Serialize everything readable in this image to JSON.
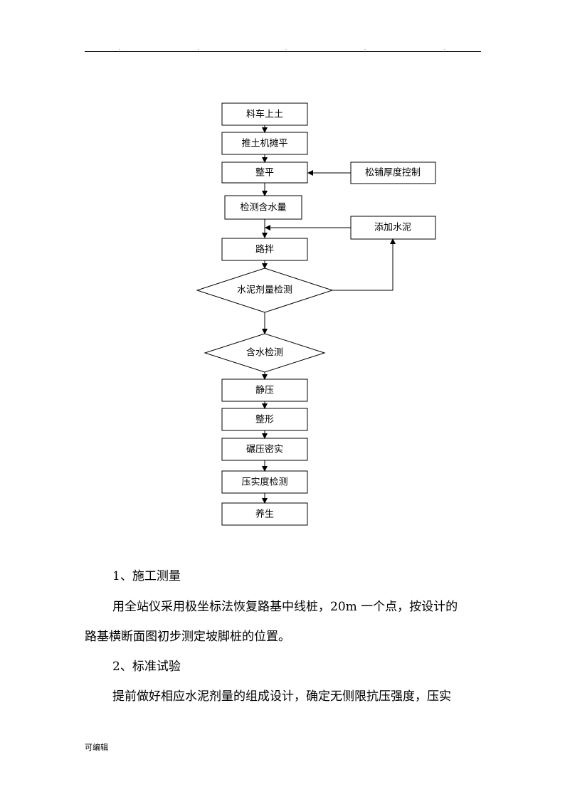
{
  "header": {
    "dots": [
      ".",
      ".",
      ".",
      ".",
      "."
    ]
  },
  "flowchart": {
    "main_steps": [
      "料车上土",
      "推土机摊平",
      "整平",
      "检测含水量",
      "路拌"
    ],
    "side_boxes": {
      "thickness_control": "松铺厚度控制",
      "add_cement": "添加水泥"
    },
    "decisions": {
      "cement_check": "水泥剂量检测",
      "moisture_check": "含水检测"
    },
    "final_steps": [
      "静压",
      "整形",
      "碾压密实",
      "压实度检测",
      "养生"
    ]
  },
  "body": {
    "section1_title": "1、施工测量",
    "section1_para_line1": "用全站仪采用极坐标法恢复路基中线桩，20m 一个点，按设计的",
    "section1_para_line2": "路基横断面图初步测定坡脚桩的位置。",
    "section2_title": "2、标准试验",
    "section2_para_line1": "提前做好相应水泥剂量的组成设计，确定无侧限抗压强度，压实"
  },
  "footer": {
    "label": "可编辑"
  }
}
